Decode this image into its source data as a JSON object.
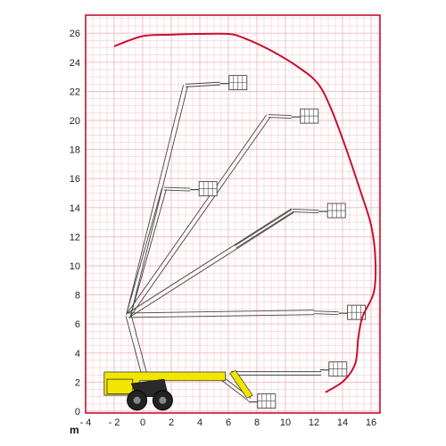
{
  "chart_data": {
    "type": "reach_diagram",
    "xlabel": "m",
    "x_tick_labels": [
      "- 4",
      "- 2",
      "0",
      "2",
      "4",
      "6",
      "8",
      "10",
      "12",
      "14",
      "16"
    ],
    "y_tick_labels": [
      "0",
      "2",
      "4",
      "6",
      "8",
      "10",
      "12",
      "14",
      "16",
      "18",
      "20",
      "22",
      "24",
      "26"
    ],
    "xlim": [
      -4,
      17
    ],
    "ylim": [
      0,
      27
    ],
    "grid": true,
    "colors": {
      "grid": "#f2b8c0",
      "frame": "#c8102e",
      "envelope": "#c8102e",
      "machine_body": "#f2e600",
      "boom": "#444444",
      "basket": "#444444"
    },
    "envelope_curve": [
      [
        -2,
        25.1
      ],
      [
        0,
        25.8
      ],
      [
        2,
        25.9
      ],
      [
        4,
        25.95
      ],
      [
        6,
        25.95
      ],
      [
        7,
        25.7
      ],
      [
        9,
        24.8
      ],
      [
        11,
        23.6
      ],
      [
        12.3,
        22.5
      ],
      [
        13.2,
        20.8
      ],
      [
        14.2,
        18.2
      ],
      [
        15.2,
        15.3
      ],
      [
        16,
        12.8
      ],
      [
        16.3,
        10.5
      ],
      [
        16.2,
        8.2
      ],
      [
        15.4,
        6.5
      ],
      [
        15.1,
        5.0
      ],
      [
        14.9,
        3.3
      ],
      [
        14.1,
        2.1
      ],
      [
        12.8,
        1.3
      ]
    ],
    "boom_positions": [
      {
        "pivot": [
          -1,
          6.6
        ],
        "elbow": [
          3,
          22.4
        ],
        "basket": [
          6.3,
          22.6
        ]
      },
      {
        "pivot": [
          -1,
          6.6
        ],
        "elbow": [
          8.8,
          20.3
        ],
        "basket": [
          11.3,
          20.3
        ]
      },
      {
        "pivot": [
          -1,
          6.6
        ],
        "elbow": [
          1.5,
          15.3
        ],
        "basket": [
          4.2,
          15.3
        ]
      },
      {
        "pivot": [
          -1,
          6.6
        ],
        "elbow": [
          10.5,
          13.8
        ],
        "basket": [
          13.2,
          13.8
        ]
      },
      {
        "pivot": [
          -1,
          6.6
        ],
        "elbow": [
          12,
          6.8
        ],
        "basket": [
          14.6,
          6.8
        ]
      }
    ]
  }
}
